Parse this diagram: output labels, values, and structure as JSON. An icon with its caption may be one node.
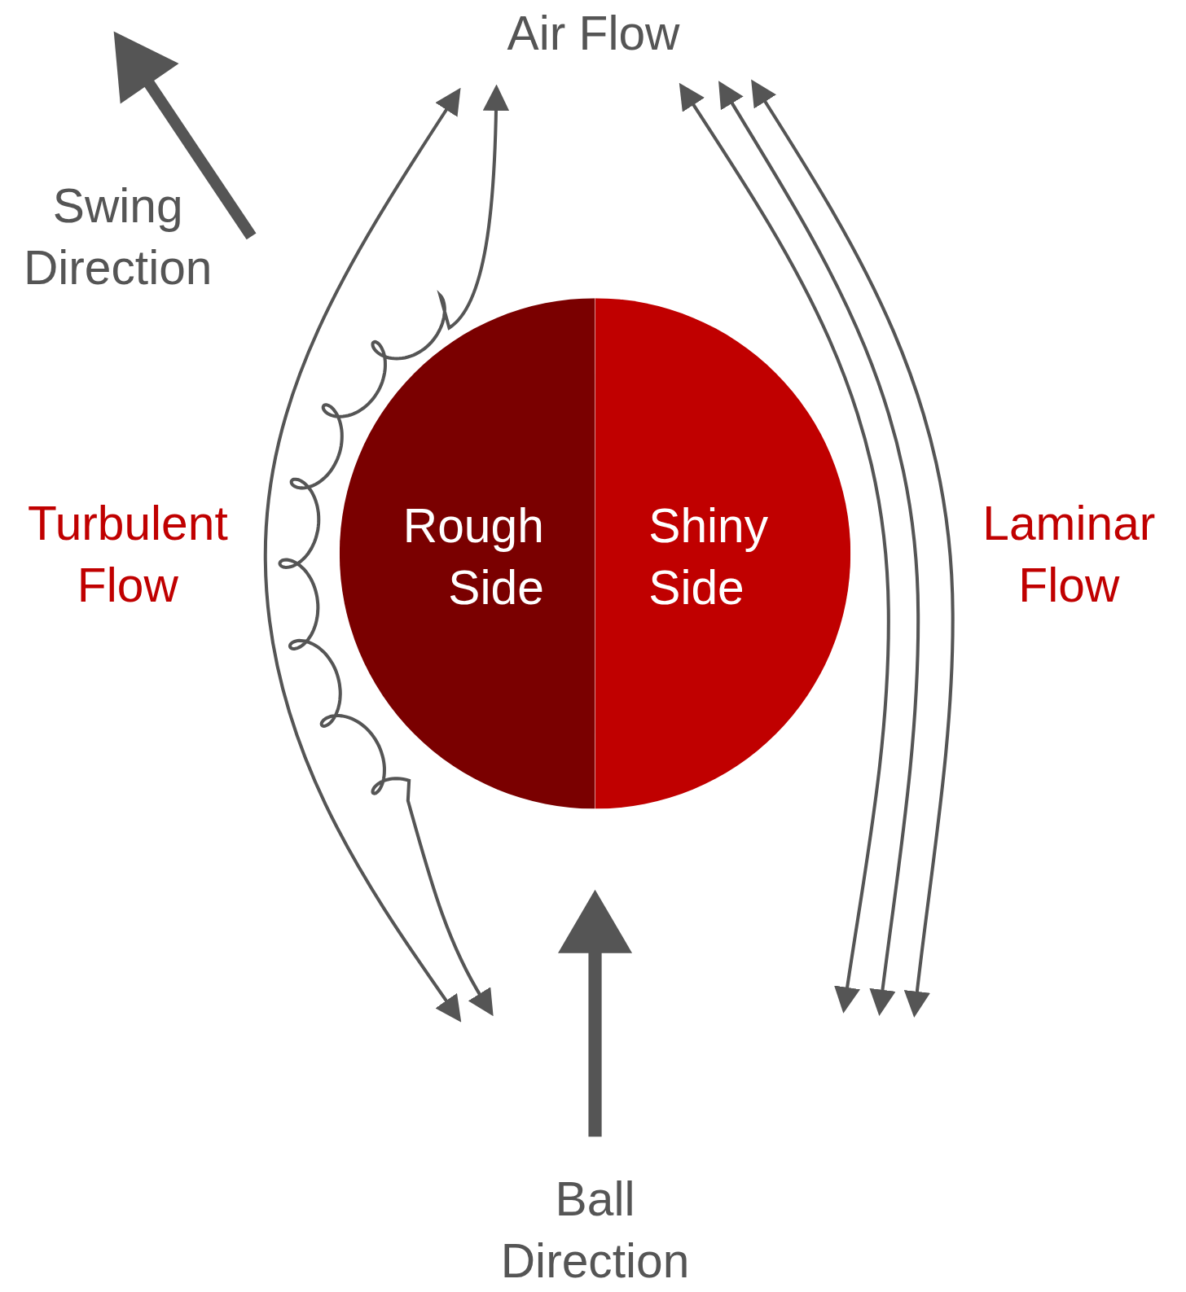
{
  "diagram": {
    "nodes": [
      {
        "text": [
          "Rough Side"
        ]
      },
      {
        "text": [
          "Shiny Side"
        ]
      }
    ],
    "labels": [
      "Air Flow",
      "Swing Direction",
      "Turbulent Flow",
      "Laminar Flow",
      "Ball Direction"
    ]
  }
}
